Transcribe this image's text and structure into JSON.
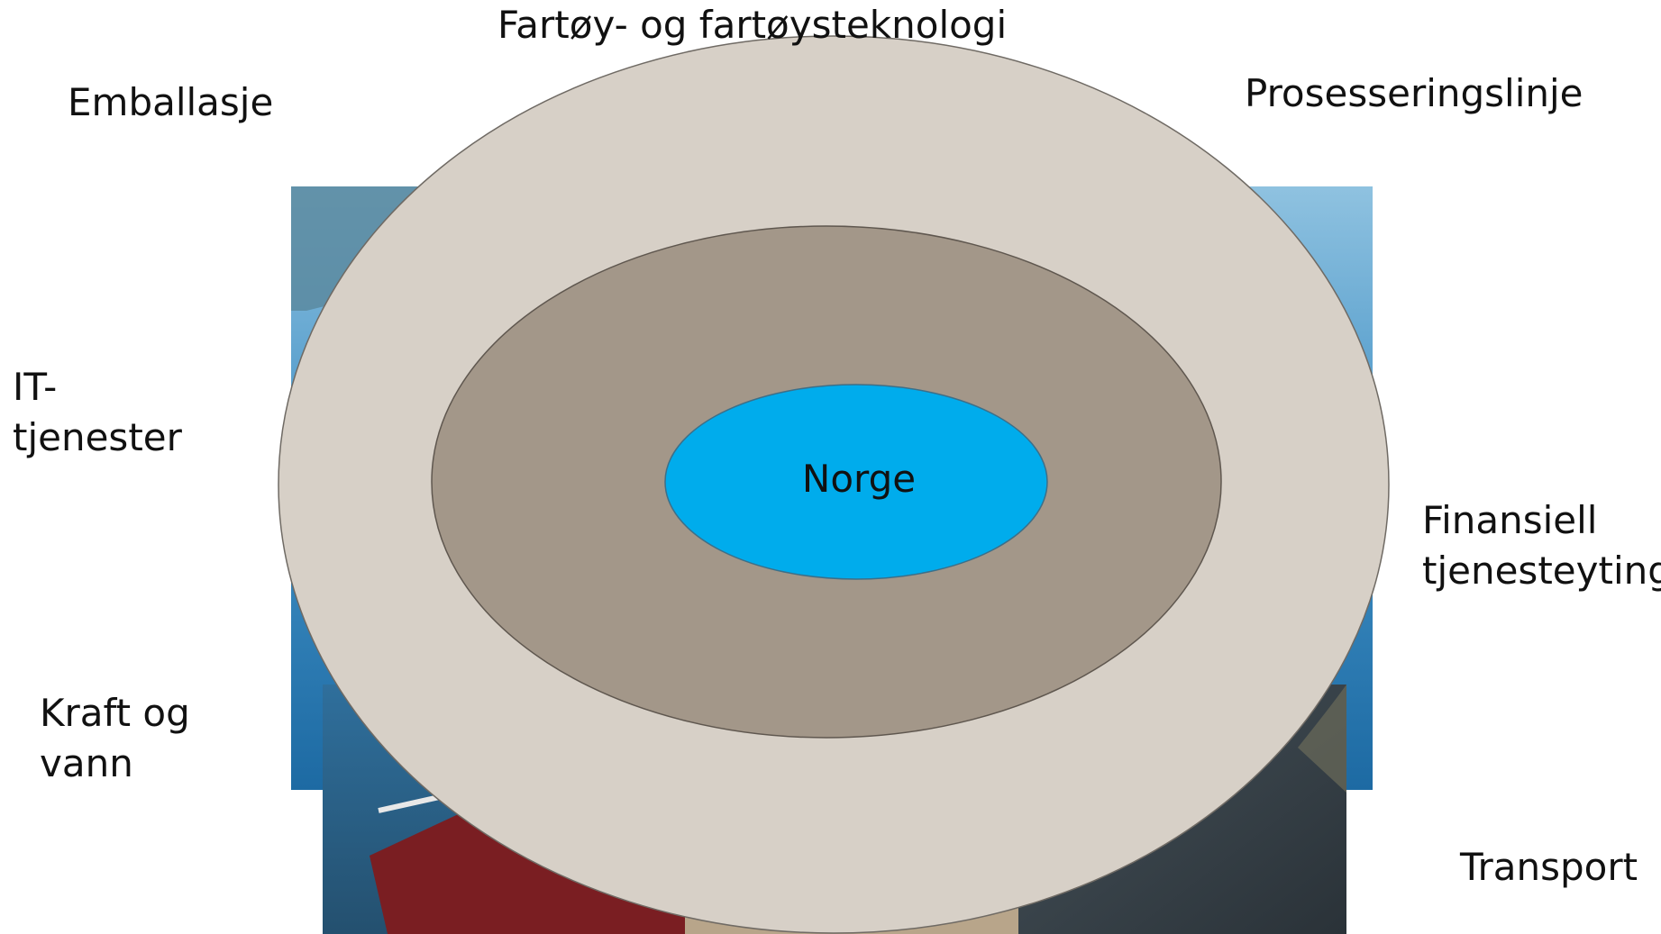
{
  "diagram": {
    "center": "Norge",
    "rings": {
      "outer_color": "#d7d0c7",
      "middle_color": "#a39789",
      "inner_color": "#00acec"
    },
    "background_photo": "coastal-fishing-boat-and-fish-farm-photo",
    "surrounding_labels": {
      "top": "Fartøy- og fartøysteknologi",
      "top_left": "Emballasje",
      "top_right": "Prosesseringslinje",
      "left_upper": [
        "IT-",
        "tjenester"
      ],
      "left_lower": [
        "Kraft og",
        "vann"
      ],
      "right_middle": [
        "Finansiell",
        "tjenesteyting"
      ],
      "bottom_right": "Transport"
    }
  }
}
